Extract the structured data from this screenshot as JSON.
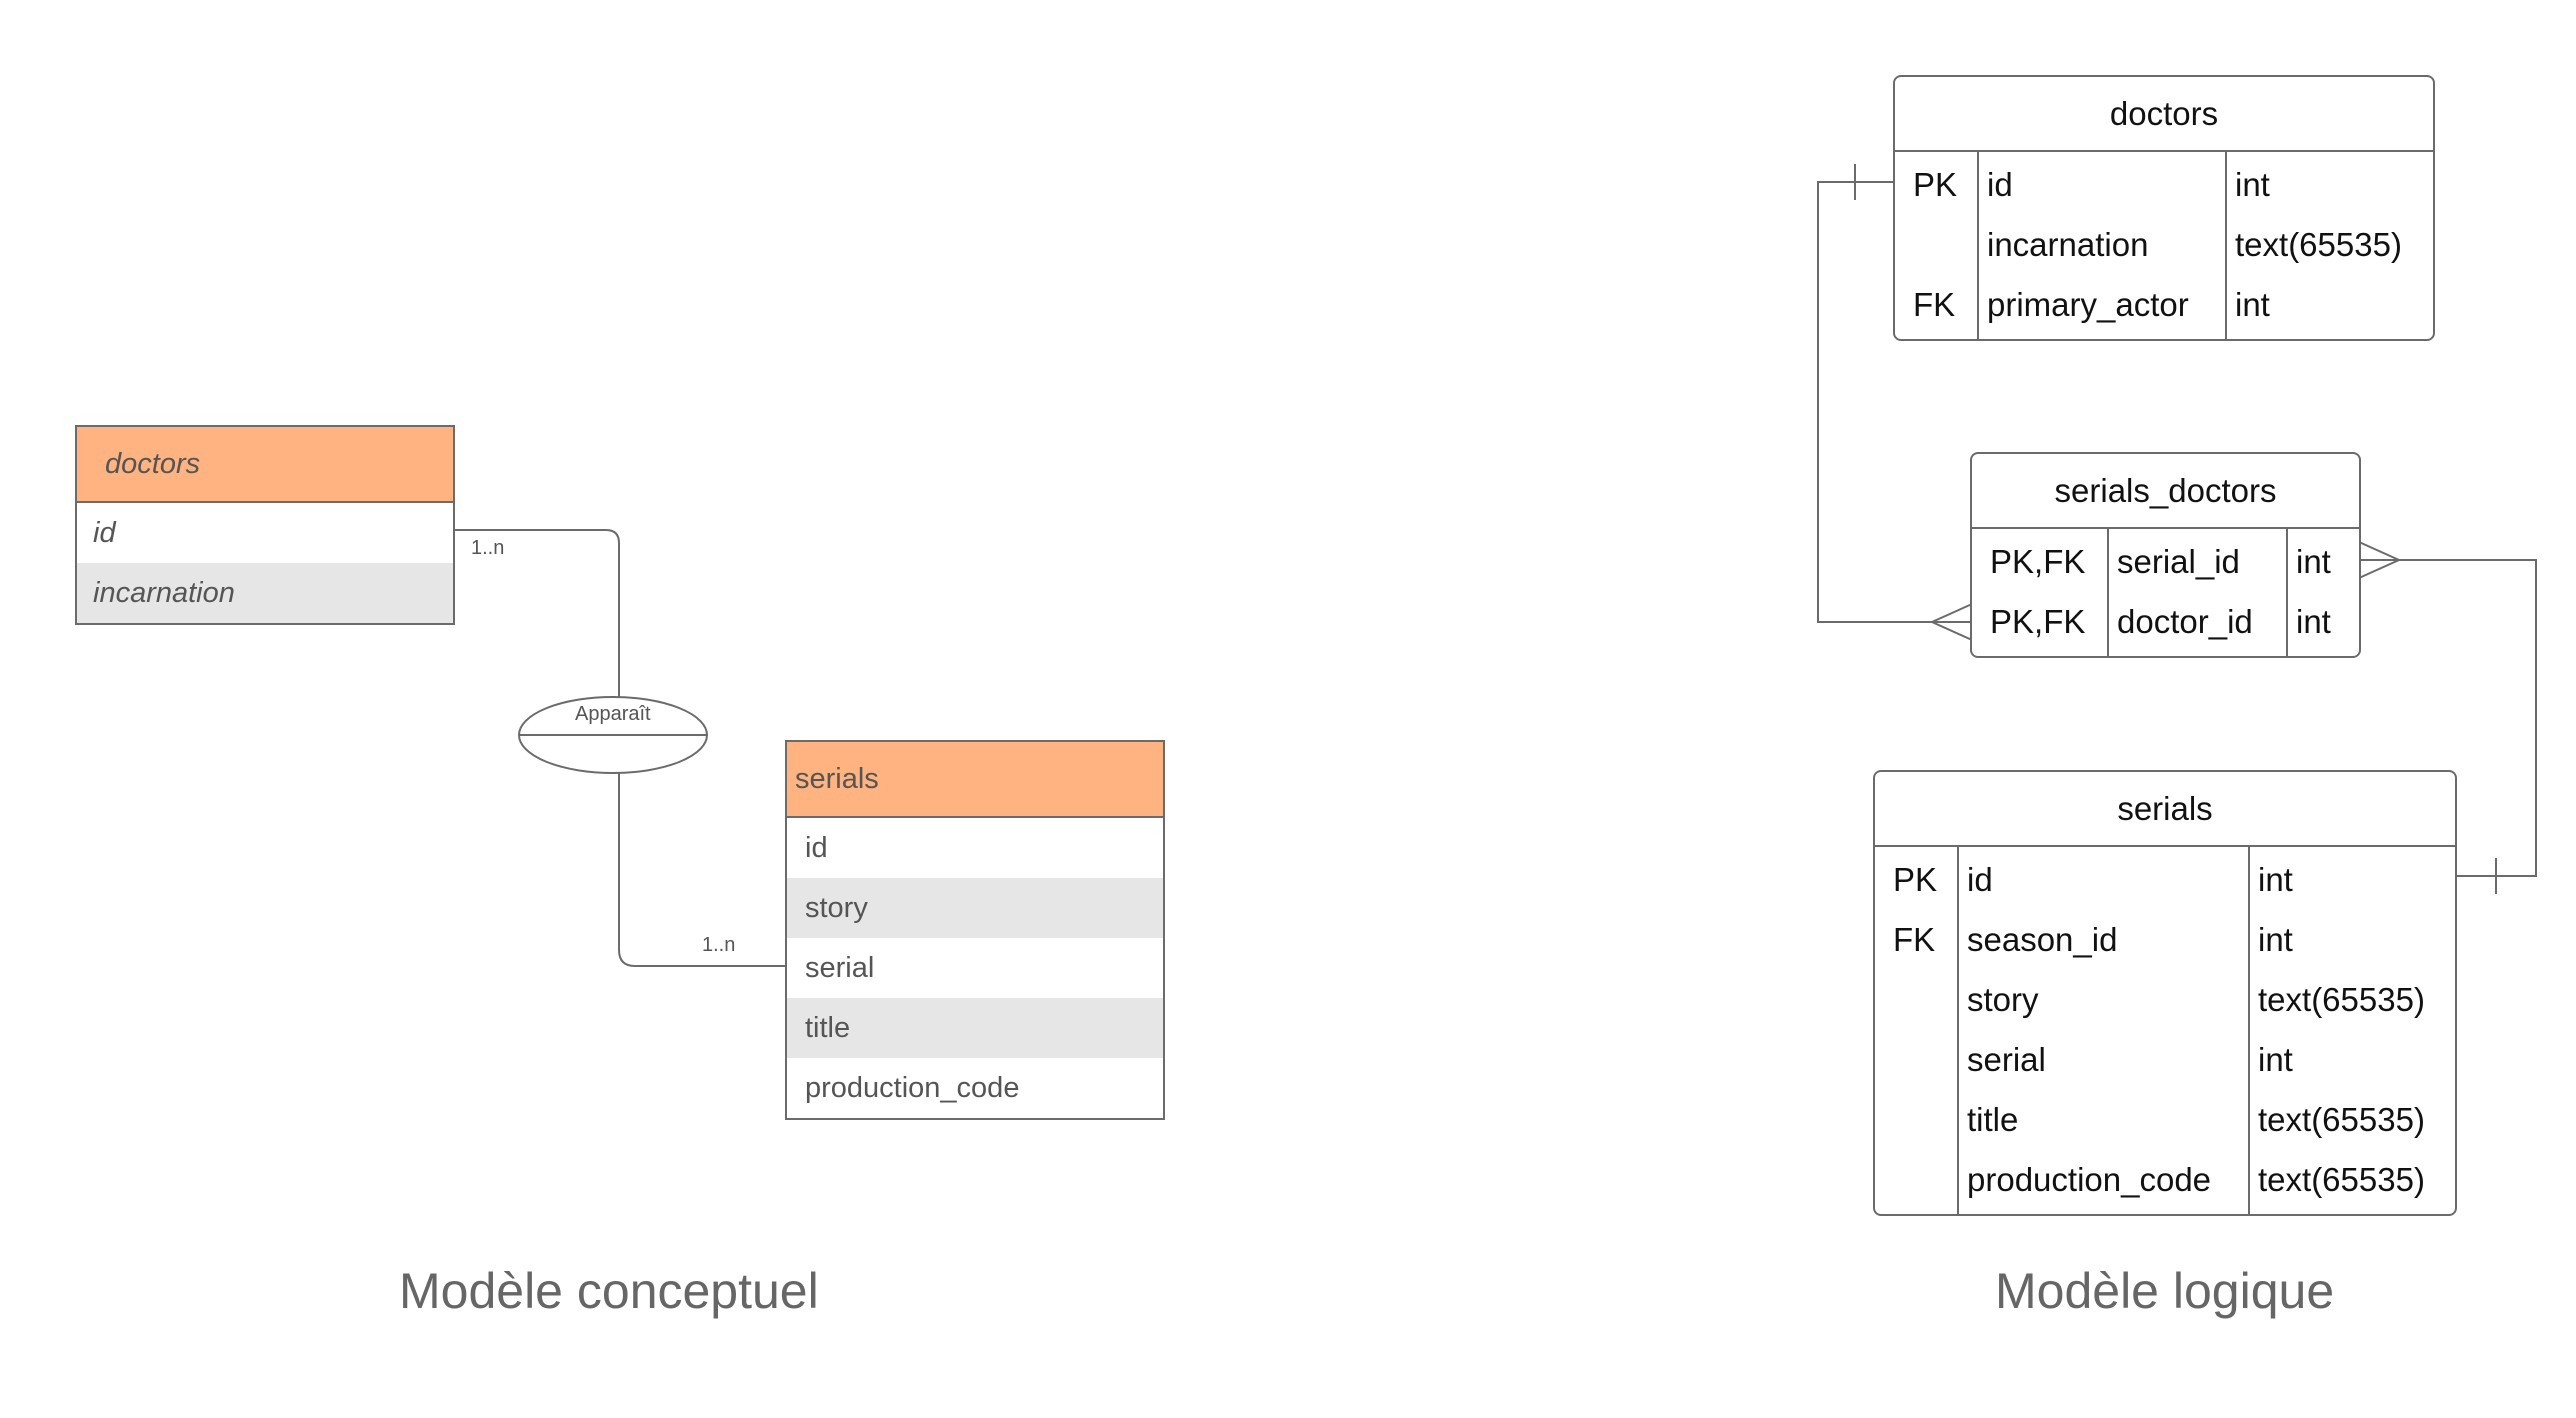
{
  "conceptual": {
    "caption": "Modèle conceptuel",
    "doctors": {
      "name": "doctors",
      "attributes": [
        "id",
        "incarnation"
      ]
    },
    "serials": {
      "name": "serials",
      "attributes": [
        "id",
        "story",
        "serial",
        "title",
        "production_code"
      ]
    },
    "association": {
      "name": "Apparaît",
      "cardinality_doctors": "1..n",
      "cardinality_serials": "1..n"
    }
  },
  "logical": {
    "caption": "Modèle logique",
    "doctors": {
      "name": "doctors",
      "rows": [
        {
          "key": "PK",
          "field": "id",
          "type": "int"
        },
        {
          "key": "",
          "field": "incarnation",
          "type": "text(65535)"
        },
        {
          "key": "FK",
          "field": "primary_actor",
          "type": "int"
        }
      ]
    },
    "serials_doctors": {
      "name": "serials_doctors",
      "rows": [
        {
          "key": "PK,FK",
          "field": "serial_id",
          "type": "int"
        },
        {
          "key": "PK,FK",
          "field": "doctor_id",
          "type": "int"
        }
      ]
    },
    "serials": {
      "name": "serials",
      "rows": [
        {
          "key": "PK",
          "field": "id",
          "type": "int"
        },
        {
          "key": "FK",
          "field": "season_id",
          "type": "int"
        },
        {
          "key": "",
          "field": "story",
          "type": "text(65535)"
        },
        {
          "key": "",
          "field": "serial",
          "type": "int"
        },
        {
          "key": "",
          "field": "title",
          "type": "text(65535)"
        },
        {
          "key": "",
          "field": "production_code",
          "type": "text(65535)"
        }
      ]
    }
  },
  "colors": {
    "entity_header": "#ffb380",
    "stripe": "#e6e6e6",
    "line": "#6b6b6b"
  }
}
